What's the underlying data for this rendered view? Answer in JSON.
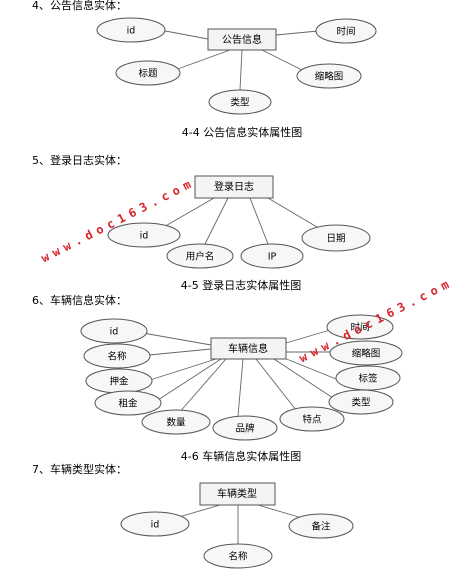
{
  "sections": [
    {
      "heading": "4、公告信息实体：",
      "entity": "公告信息",
      "attributes": [
        "id",
        "时间",
        "标题",
        "缩略图",
        "类型"
      ],
      "caption": "4-4 公告信息实体属性图"
    },
    {
      "heading": "5、登录日志实体：",
      "entity": "登录日志",
      "attributes": [
        "id",
        "用户名",
        "IP",
        "日期"
      ],
      "caption": "4-5 登录日志实体属性图"
    },
    {
      "heading": "6、车辆信息实体：",
      "entity": "车辆信息",
      "attributes": [
        "id",
        "名称",
        "押金",
        "租金",
        "数量",
        "品牌",
        "特点",
        "类型",
        "标签",
        "缩略图",
        "时间"
      ],
      "caption": "4-6 车辆信息实体属性图"
    },
    {
      "heading": "7、车辆类型实体：",
      "entity": "车辆类型",
      "attributes": [
        "id",
        "名称",
        "备注"
      ]
    }
  ],
  "watermark": "www.doc163.com"
}
